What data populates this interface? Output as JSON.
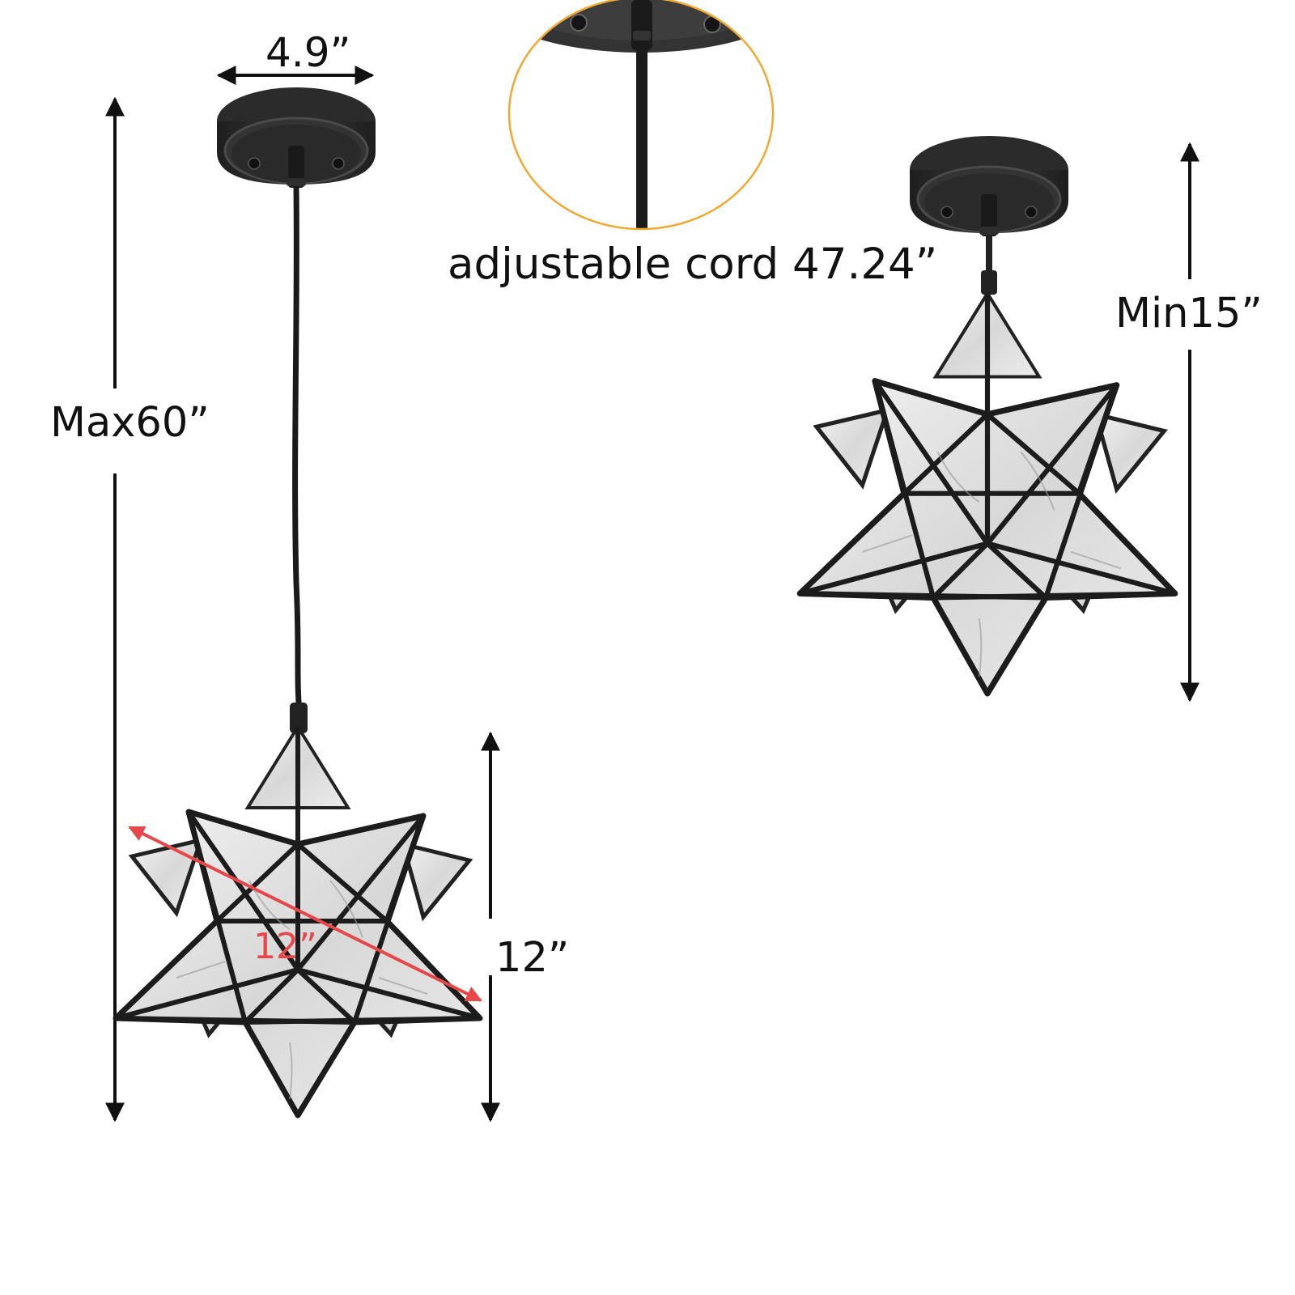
{
  "diagram": {
    "title": "Star pendant light dimensions",
    "labels": {
      "canopy_width": "4.9”",
      "cord_callout": "adjustable cord 47.24”",
      "max_height": "Max60”",
      "min_height": "Min15”",
      "shade_height": "12”",
      "shade_diagonal": "12”"
    },
    "colors": {
      "text": "#111111",
      "metal": "#2a2a2a",
      "glass": "#e6e6e6",
      "callout_circle": "#f0a830",
      "diagonal_arrow": "#e8474a"
    },
    "components": [
      {
        "name": "ceiling canopy",
        "count": 2
      },
      {
        "name": "cord",
        "count": 1
      },
      {
        "name": "moravian star glass shade",
        "count": 2
      },
      {
        "name": "cord detail callout",
        "count": 1
      }
    ]
  }
}
